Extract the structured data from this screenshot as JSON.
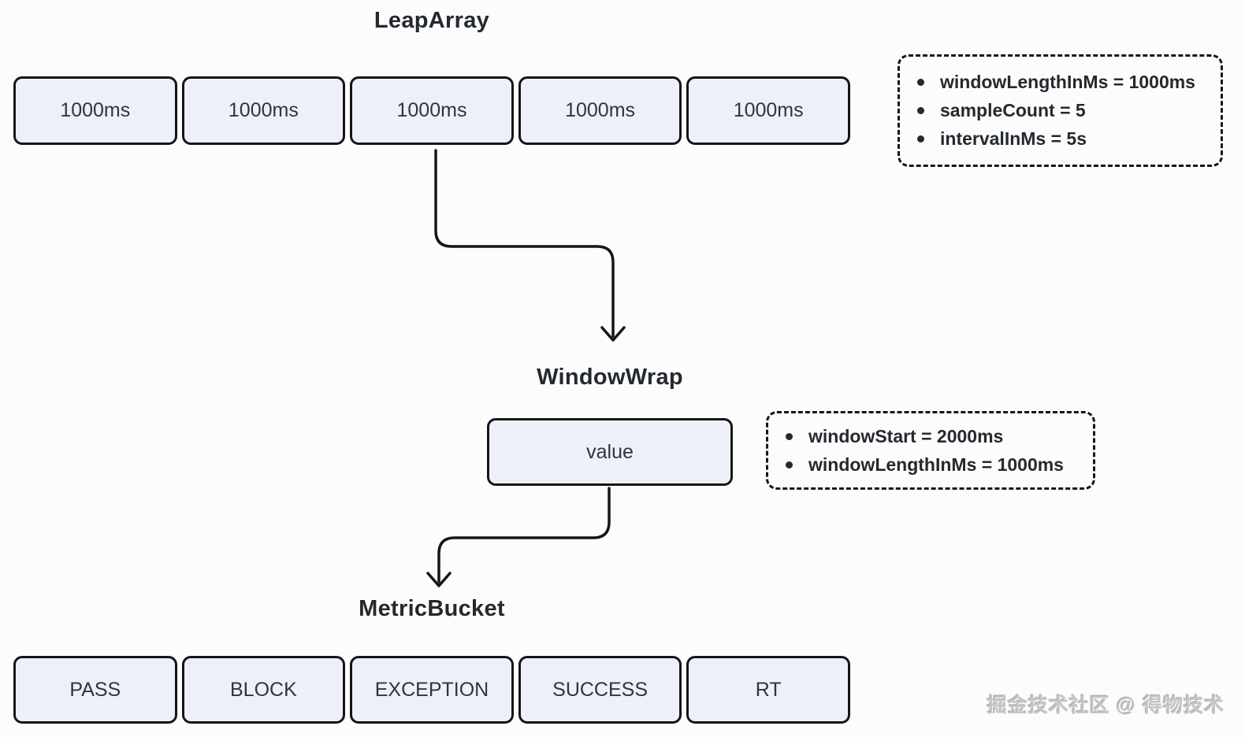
{
  "titles": {
    "leap_array": "LeapArray",
    "window_wrap": "WindowWrap",
    "metric_bucket": "MetricBucket"
  },
  "leap_row": {
    "cells": [
      "1000ms",
      "1000ms",
      "1000ms",
      "1000ms",
      "1000ms"
    ]
  },
  "leap_note": {
    "items": [
      "windowLengthInMs = 1000ms",
      "sampleCount = 5",
      "intervalInMs = 5s"
    ]
  },
  "window_wrap": {
    "value_label": "value"
  },
  "wrap_note": {
    "items": [
      "windowStart = 2000ms",
      "windowLengthInMs = 1000ms"
    ]
  },
  "metric_row": {
    "cells": [
      "PASS",
      "BLOCK",
      "EXCEPTION",
      "SUCCESS",
      "RT"
    ]
  },
  "watermark": "掘金技术社区 @ 得物技术",
  "colors": {
    "box_fill": "#eef0f9",
    "box_border": "#161616",
    "box_text": "#2d3442",
    "title_text": "#24292f",
    "arrow": "#161616",
    "watermark_text": "#c8c4c4",
    "background": "#fcfcfc"
  }
}
